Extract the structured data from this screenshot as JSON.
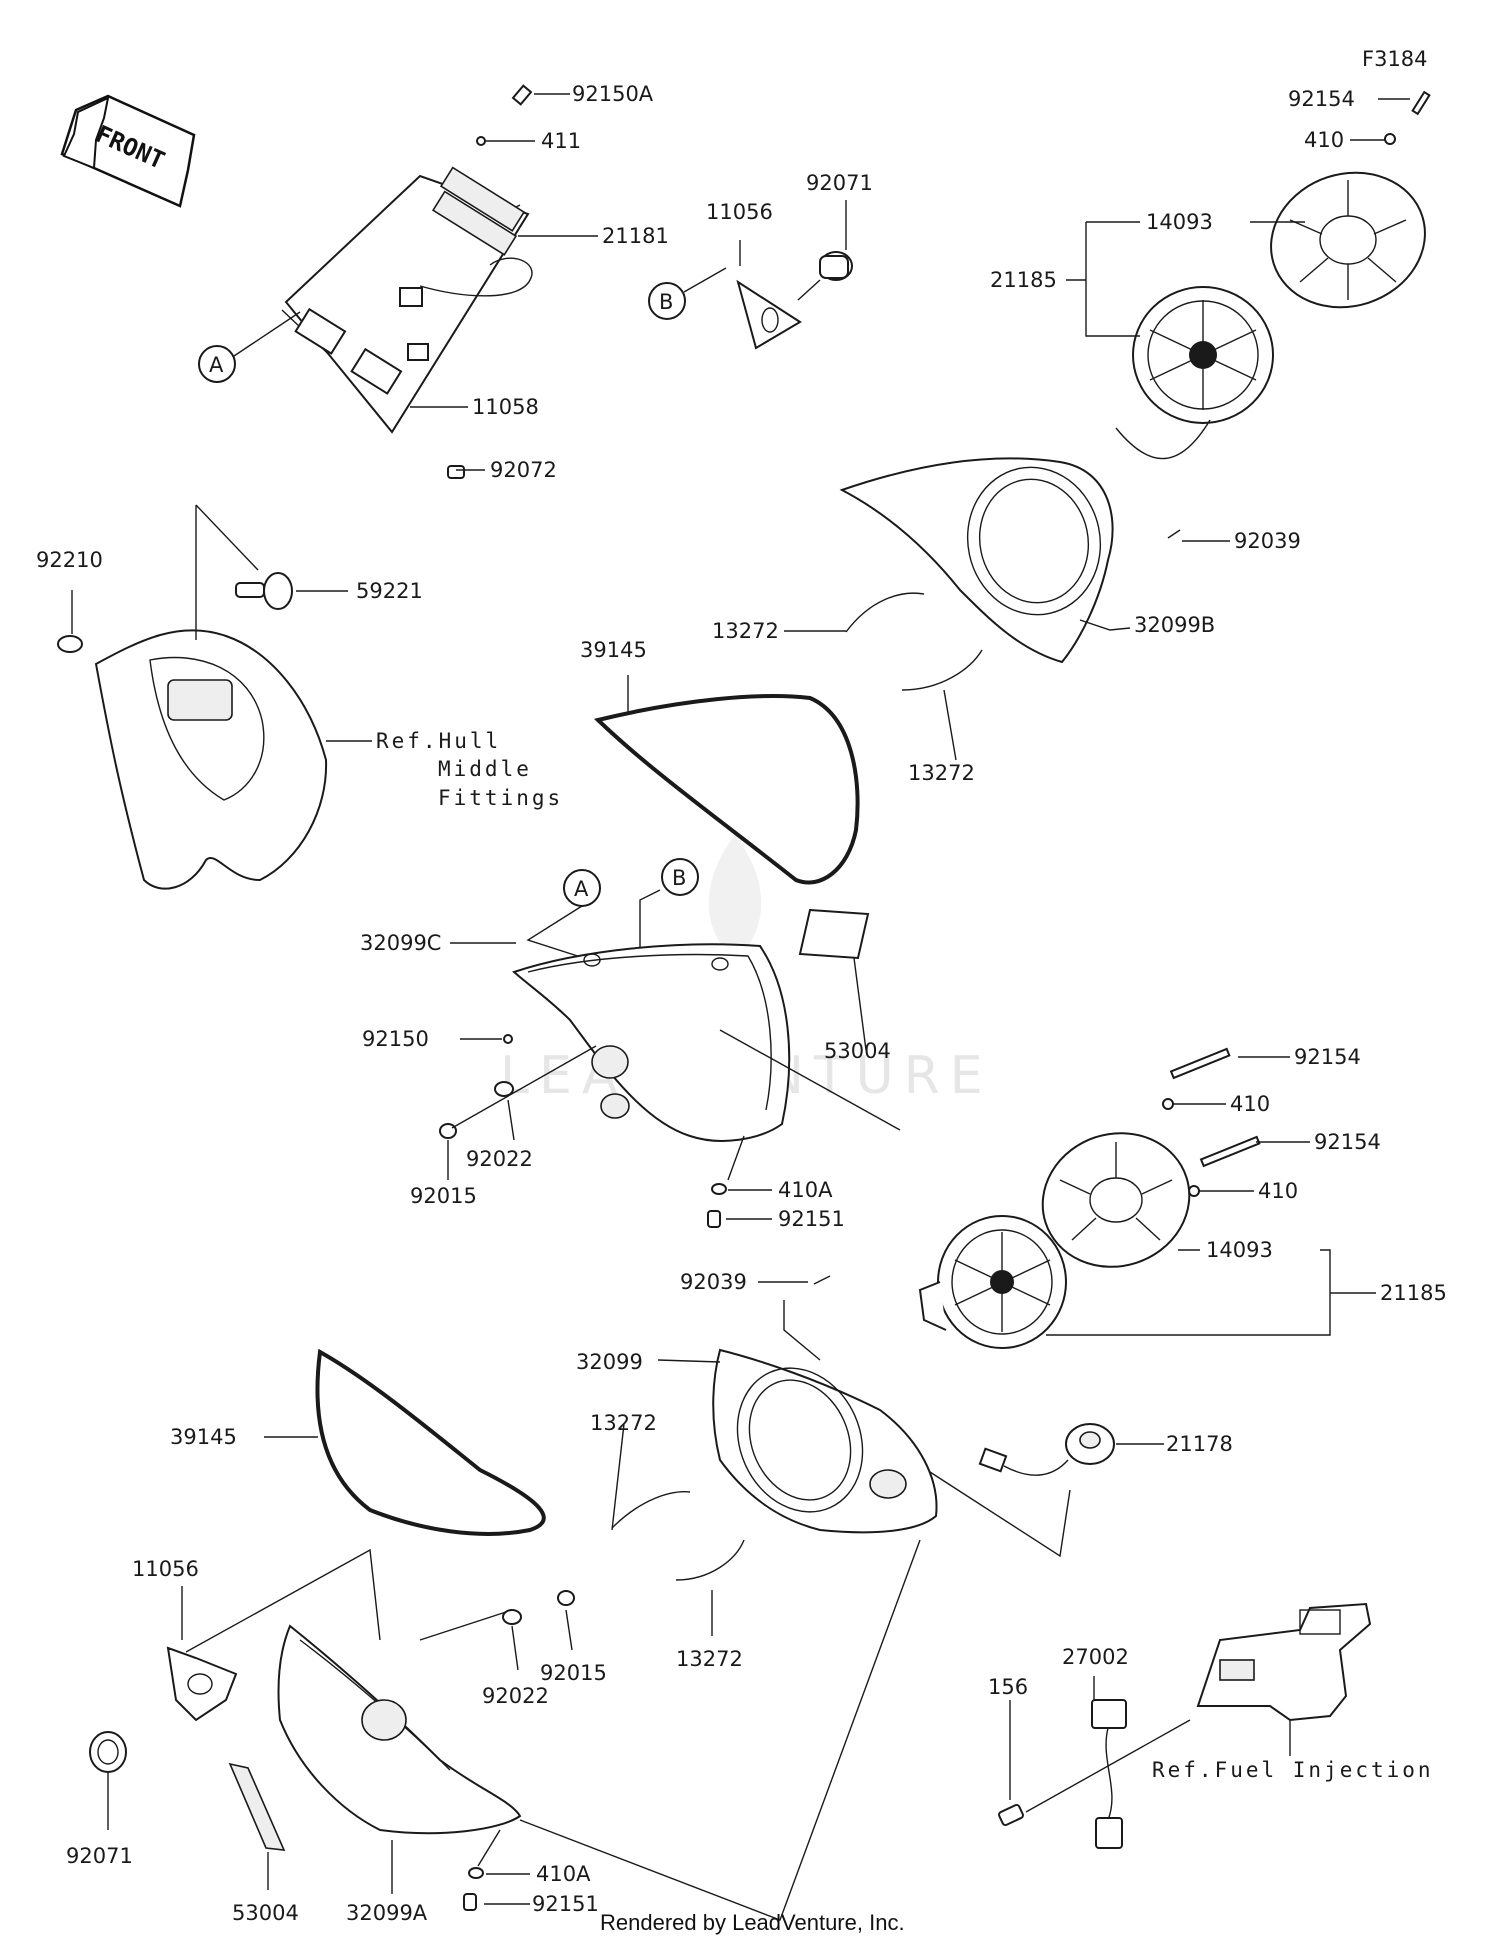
{
  "figure_code": "F3184",
  "front_label": "FRONT",
  "watermark": "LEADVENTURE",
  "footer": "Rendered by LeadVenture, Inc.",
  "callouts": {
    "A": "A",
    "B": "B"
  },
  "labels": {
    "p92150A": "92150A",
    "p411": "411",
    "p21181": "21181",
    "p11058": "11058",
    "p92072": "92072",
    "p11056_top": "11056",
    "p92071_top": "92071",
    "p92154_top": "92154",
    "p410_top": "410",
    "p14093_top": "14093",
    "p21185_top": "21185",
    "p92210": "92210",
    "p59221": "59221",
    "ref_hull": [
      "Ref.Hull",
      "Middle",
      "Fittings"
    ],
    "p92039_top": "92039",
    "p13272_a": "13272",
    "p32099B": "32099B",
    "p39145_top": "39145",
    "p13272_b": "13272",
    "p32099C": "32099C",
    "p92150": "92150",
    "p53004_mid": "53004",
    "p92022_mid": "92022",
    "p92015_mid": "92015",
    "p410A_mid": "410A",
    "p92151_mid": "92151",
    "p92154_mid1": "92154",
    "p410_mid1": "410",
    "p92154_mid2": "92154",
    "p410_mid2": "410",
    "p14093_mid": "14093",
    "p21185_mid": "21185",
    "p92039_mid": "92039",
    "p32099": "32099",
    "p13272_c": "13272",
    "p21178": "21178",
    "p39145_low": "39145",
    "p13272_d": "13272",
    "p11056_low": "11056",
    "p92015_low": "92015",
    "p92022_low": "92022",
    "p27002": "27002",
    "p156": "156",
    "ref_fuel": "Ref.Fuel Injection",
    "p92071_low": "92071",
    "p53004_low": "53004",
    "p32099A": "32099A",
    "p410A_low": "410A",
    "p92151_low": "92151"
  }
}
